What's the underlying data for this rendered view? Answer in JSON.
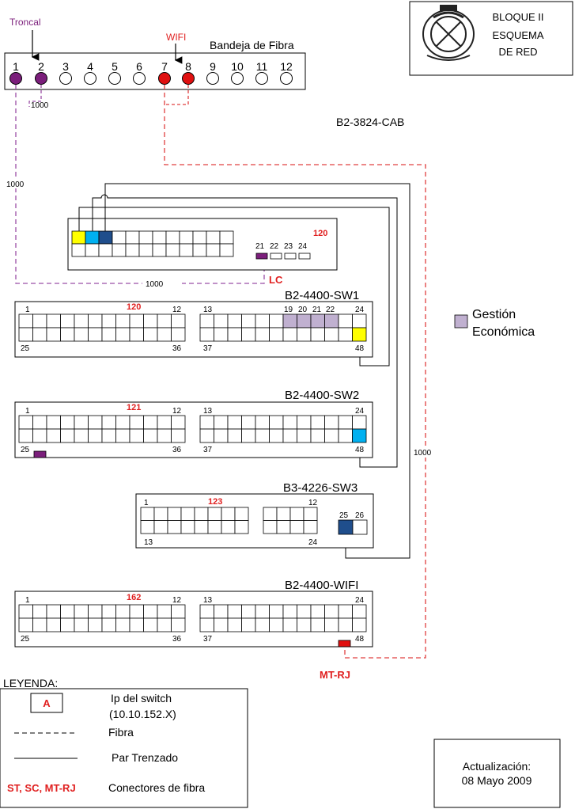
{
  "title_box": {
    "line1": "BLOQUE II",
    "line2": "ESQUEMA",
    "line3": "DE  RED"
  },
  "tray": {
    "title": "Bandeja de Fibra",
    "ports": [
      "1",
      "2",
      "3",
      "4",
      "5",
      "6",
      "7",
      "8",
      "9",
      "10",
      "11",
      "12"
    ],
    "troncal_label": "Troncal",
    "wifi_label": "WIFI",
    "link_1000_a": "1000",
    "link_1000_b": "1000",
    "colors": {
      "troncal": "#7b1e7b",
      "wifi": "#e01010"
    }
  },
  "cab": {
    "name": "B2-3824-CAB",
    "ip": "120",
    "fiber_ports": [
      "21",
      "22",
      "23",
      "24"
    ],
    "link_1000": "1000",
    "lc_label": "LC"
  },
  "switches": [
    {
      "name": "B2-4400-SW1",
      "ip": "120",
      "labels": {
        "p1": "1",
        "p12": "12",
        "p25": "25",
        "p36": "36",
        "p13": "13",
        "p24": "24",
        "p37": "37",
        "p48": "48",
        "p19": "19",
        "p20": "20",
        "p21": "21",
        "p22": "22"
      }
    },
    {
      "name": "B2-4400-SW2",
      "ip": "121",
      "labels": {
        "p1": "1",
        "p12": "12",
        "p25": "25",
        "p36": "36",
        "p13": "13",
        "p24": "24",
        "p37": "37",
        "p48": "48"
      }
    },
    {
      "name": "B3-4226-SW3",
      "ip": "123",
      "labels": {
        "p1": "1",
        "p12": "12",
        "p13": "13",
        "p24": "24",
        "p25": "25",
        "p26": "26"
      }
    },
    {
      "name": "B2-4400-WIFI",
      "ip": "162",
      "labels": {
        "p1": "1",
        "p12": "12",
        "p25": "25",
        "p36": "36",
        "p13": "13",
        "p24": "24",
        "p37": "37",
        "p48": "48"
      }
    }
  ],
  "wifi_link_1000": "1000",
  "mtrj_label": "MT-RJ",
  "gestion": {
    "line1": "Gestión",
    "line2": "Económica",
    "color": "#c0b0d0"
  },
  "legend": {
    "title": "LEYENDA:",
    "sample_letter": "A",
    "ip_line1": "Ip del switch",
    "ip_line2": "(10.10.152.X)",
    "fibra": "Fibra",
    "par": "Par Trenzado",
    "connectors": "ST, SC, MT-RJ",
    "connectors_desc": "Conectores de fibra"
  },
  "update": {
    "line1": "Actualización:",
    "line2": "08 Mayo 2009"
  },
  "colors": {
    "yellow": "#ffff00",
    "lightblue": "#00b0f0",
    "darkblue": "#1f4e8c",
    "lavender": "#c0b0d0"
  }
}
